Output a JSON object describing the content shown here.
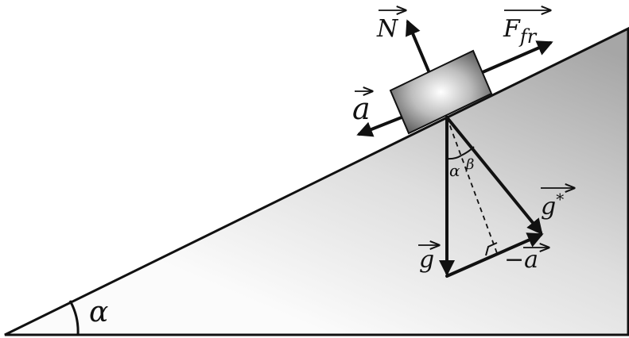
{
  "colors": {
    "ink": "#111111",
    "incline_light": "#f6f6f6",
    "incline_dark": "#a9a9a9",
    "block_light": "#ffffff",
    "block_dark": "#4a4a4a"
  },
  "labels": {
    "normal": "N",
    "friction_main": "F",
    "friction_sub": "fr",
    "accel": "a",
    "gravity": "g",
    "g_star": "g",
    "g_star_sup": "*",
    "neg_accel": "−a",
    "angle_alpha_base": "α",
    "angle_alpha_small": "α",
    "angle_beta": "β"
  }
}
